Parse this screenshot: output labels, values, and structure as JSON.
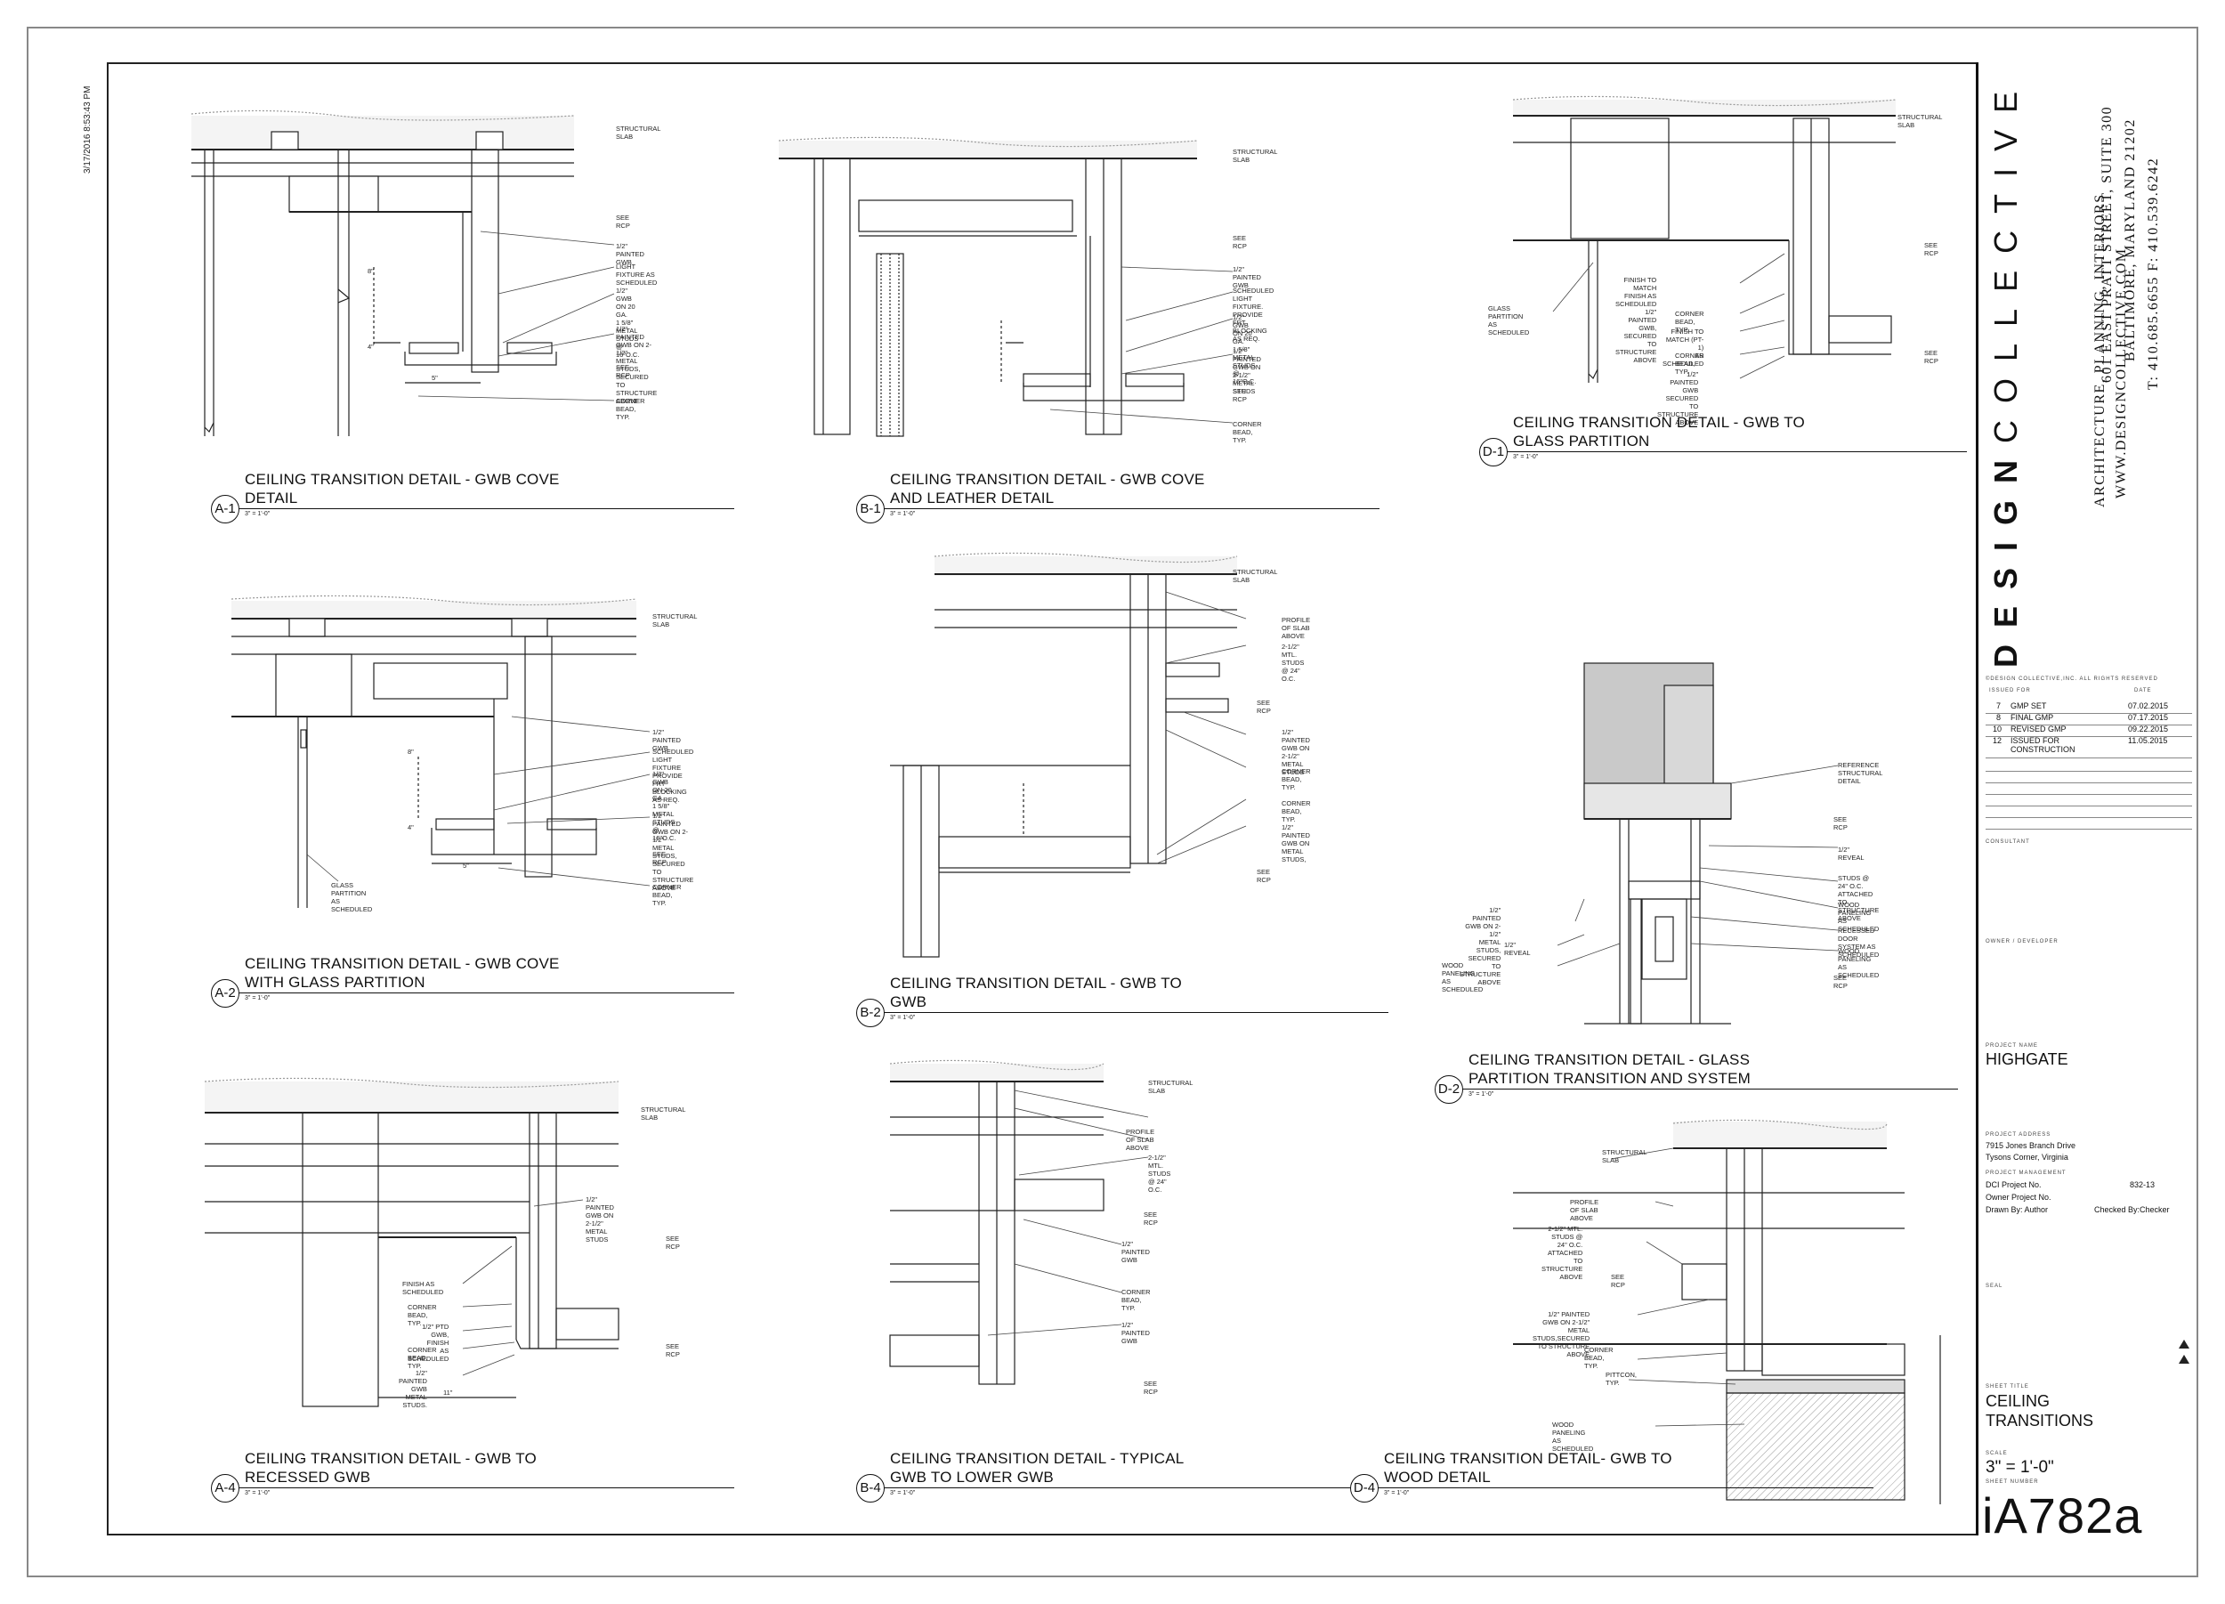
{
  "plot_stamp": "3/17/2016 8:53:43 PM",
  "details": [
    {
      "id": "A-1",
      "title": "CEILING TRANSITION DETAIL - GWB COVE\nDETAIL",
      "scale": "3\" = 1'-0\"",
      "notes": [
        "STRUCTURAL\nSLAB",
        "SEE\nRCP",
        "1/2\" PAINTED GWB",
        "LIGHT FIXTURE AS SCHEDULED",
        "1/2\" GWB ON 20 GA.\n1 5/8\" METAL STUDS @ 16\"O.C.",
        "1/2\" PAINTED GWB ON 2-1/2\"\nMETAL STUDS, SECURED TO\nSTRUCTURE ABOVE",
        "SEE\nRCP",
        "CORNER BEAD, TYP."
      ]
    },
    {
      "id": "B-1",
      "title": "CEILING TRANSITION DETAIL - GWB COVE\nAND LEATHER DETAIL",
      "scale": "3\" = 1'-0\"",
      "notes": [
        "STRUCTURAL\nSLAB",
        "SEE\nRCP",
        "1/2\" PAINTED GWB",
        "SCHEDULED LIGHT FIXTURE.\nPROVIDE FRT BLOCKING AS REQ.",
        "1/2\" GWB ON 20 GA.\n1 5/8\" METAL STUDS @ 16\"O.C.",
        "1/2\" PAINTED GWB ON 2-1/2\"\nMETAL STUDS",
        "SEE\nRCP",
        "CORNER BEAD, TYP."
      ]
    },
    {
      "id": "D-1",
      "title": "CEILING TRANSITION DETAIL - GWB TO\nGLASS PARTITION",
      "scale": "3\" = 1'-0\"",
      "notes": [
        "STRUCTURAL\nSLAB",
        "SEE\nRCP",
        "GLASS PARTITION AS\nSCHEDULED",
        "FINISH TO MATCH FINISH AS SCHEDULED\n1/2\" PAINTED GWB, SECURED TO\nSTRUCTURE ABOVE",
        "CORNER BEAD, TYP.",
        "FINISH TO MATCH (PT-1)\nAS SCHEDULED",
        "CORNER BEAD, TYP.",
        "1/2\" PAINTED GWB SECURED\nTO STRUCTURE ABOVE",
        "SEE\nRCP"
      ]
    },
    {
      "id": "A-2",
      "title": "CEILING TRANSITION DETAIL - GWB COVE\nWITH GLASS PARTITION",
      "scale": "3\" = 1'-0\"",
      "notes": [
        "STRUCTURAL\nSLAB",
        "1/2\" PAINTED GWB",
        "SCHEDULED LIGHT FIXTURE\nPROVIDE FRT BLOCKING AS REQ.",
        "1/2\" GWB ON 20 GA.\n1 5/8\" METAL STUDS @ 16\"O.C.",
        "1/2\" PAINTED GWB ON 2-1/2\"\nMETAL STUDS, SECURED TO\nSTRUCTURE ABOVE",
        "SEE\nRCP",
        "GLASS PARTITION AS\nSCHEDULED",
        "CORNER BEAD, TYP."
      ]
    },
    {
      "id": "B-2",
      "title": "CEILING TRANSITION DETAIL - GWB TO\nGWB",
      "scale": "3\" = 1'-0\"",
      "notes": [
        "STRUCTURAL\nSLAB",
        "PROFILE OF SLAB ABOVE",
        "2-1/2\" MTL. STUDS @ 24\" O.C.",
        "SEE\nRCP",
        "1/2\" PAINTED GWB ON 2-1/2\" METAL\nSTUDS",
        "CORNER BEAD, TYP.",
        "CORNER BEAD, TYP.",
        "1/2\" PAINTED GWB ON METAL STUDS,",
        "SEE\nRCP"
      ]
    },
    {
      "id": "D-2",
      "title": "CEILING TRANSITION DETAIL - GLASS\nPARTITION TRANSITION AND SYSTEM",
      "scale": "3\" = 1'-0\"",
      "notes": [
        "REFERENCE STRUCTURAL DETAIL",
        "SEE\nRCP",
        "1/2\" REVEAL",
        "STUDS @ 24\" O.C. ATTACHED TO\nSTRUCTURE ABOVE",
        "WOOD PANELING AS SCHEDULED",
        "RECESSED DOOR SYSTEM AS SCHEDULED",
        "WOOD PANELING AS SCHEDULED",
        "SEE\nRCP",
        "1/2\" PAINTED GWB ON 2-1/2\"\nMETAL STUDS,\nSECURED TO STRUCTURE ABOVE",
        "1/2\" REVEAL",
        "WOOD PANELING AS SCHEDULED"
      ]
    },
    {
      "id": "A-4",
      "title": "CEILING TRANSITION DETAIL - GWB TO\nRECESSED GWB",
      "scale": "3\" = 1'-0\"",
      "notes": [
        "STRUCTURAL\nSLAB",
        "1/2\" PAINTED GWB ON 2-1/2\" METAL STUDS",
        "SEE\nRCP",
        "FINISH AS SCHEDULED",
        "CORNER BEAD, TYP.",
        "1/2\" PTD GWB, FINISH\nAS SCHEDULED",
        "CORNER BEAD, TYP.",
        "1/2\" PAINTED GWB  METAL\nSTUDS.",
        "SEE\nRCP"
      ]
    },
    {
      "id": "B-4",
      "title": "CEILING TRANSITION DETAIL - TYPICAL\nGWB TO LOWER GWB",
      "scale": "3\" = 1'-0\"",
      "notes": [
        "STRUCTURAL\nSLAB",
        "PROFILE OF SLAB ABOVE",
        "2-1/2\" MTL. STUDS @ 24\" O.C.",
        "SEE\nRCP",
        "1/2\" PAINTED GWB",
        "CORNER BEAD, TYP.",
        "1/2\" PAINTED GWB",
        "SEE\nRCP"
      ]
    },
    {
      "id": "D-4",
      "title": "CEILING TRANSITION DETAIL- GWB TO\nWOOD DETAIL",
      "scale": "3\" = 1'-0\"",
      "notes": [
        "STRUCTURAL\nSLAB",
        "PROFILE OF SLAB ABOVE",
        "2-1/2\" MTL. STUDS @ 24\" O.C.\nATTACHED TO STRUCTURE ABOVE",
        "SEE\nRCP",
        "1/2\" PAINTED GWB ON 2-1/2\" METAL\nSTUDS,SECURED TO STRUCTURE ABOVE",
        "CORNER BEAD, TYP.",
        "PITTCON, TYP.",
        "WOOD PANELING AS SCHEDULED"
      ]
    }
  ],
  "dims": {
    "eight": "8\"",
    "four": "4\"",
    "five": "5\"",
    "eleven": "11\""
  },
  "title_block": {
    "firm_bold": "DESIGN",
    "firm_light": "COLLECTIVE",
    "services": "ARCHITECTURE, PLANNING, INTERIORS",
    "website": "WWW.DESIGNCOLLECTIVE.COM",
    "address1": "601 EAST PRATT STREET, SUITE 300",
    "address2": "BALTIMORE, MARYLAND 21202",
    "phone": "T: 410.685.6655 F: 410.539.6242",
    "copyright": "©DESIGN COLLECTIVE,INC. ALL RIGHTS RESERVED",
    "issued_for_label": "ISSUED FOR",
    "date_label": "DATE",
    "issues": [
      {
        "no": "7",
        "desc": "GMP SET",
        "date": "07.02.2015"
      },
      {
        "no": "8",
        "desc": "FINAL GMP",
        "date": "07.17.2015"
      },
      {
        "no": "10",
        "desc": "REVISED GMP",
        "date": "09.22.2015"
      },
      {
        "no": "12",
        "desc": "ISSUED FOR\nCONSTRUCTION",
        "date": "11.05.2015"
      }
    ],
    "consultant_label": "CONSULTANT",
    "owner_label": "OWNER / DEVELOPER",
    "project_name_label": "PROJECT NAME",
    "project_name": "HIGHGATE",
    "project_address_label": "PROJECT ADDRESS",
    "address_line1": "7915 Jones Branch Drive",
    "address_line2": "Tysons Corner, Virginia",
    "project_mgmt_label": "PROJECT MANAGEMENT",
    "dci_label": "DCI Project No.",
    "dci_value": "832-13",
    "owner_project_label": "Owner Project No.",
    "drawn_by": "Drawn By:  Author",
    "checked_by": "Checked By:Checker",
    "seal_label": "SEAL",
    "sheet_title_label": "SHEET TITLE",
    "sheet_title": "CEILING\nTRANSITIONS",
    "scale_label": "SCALE",
    "scale": "3\" = 1'-0\"",
    "sheet_number_label": "SHEET NUMBER",
    "sheet_number": "iA782a"
  }
}
